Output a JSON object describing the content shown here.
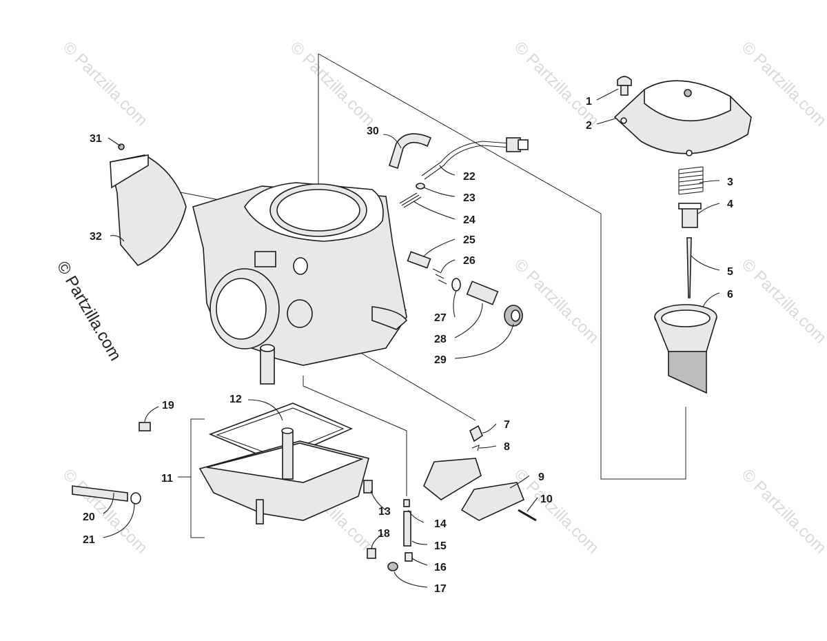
{
  "watermark": "© Partzilla.com",
  "copyright": "© Partzilla.com",
  "callouts": [
    {
      "id": "1",
      "label": "1"
    },
    {
      "id": "2",
      "label": "2"
    },
    {
      "id": "3",
      "label": "3"
    },
    {
      "id": "4",
      "label": "4"
    },
    {
      "id": "5",
      "label": "5"
    },
    {
      "id": "6",
      "label": "6"
    },
    {
      "id": "7",
      "label": "7"
    },
    {
      "id": "8",
      "label": "8"
    },
    {
      "id": "9",
      "label": "9"
    },
    {
      "id": "10",
      "label": "10"
    },
    {
      "id": "11",
      "label": "11"
    },
    {
      "id": "12",
      "label": "12"
    },
    {
      "id": "13",
      "label": "13"
    },
    {
      "id": "14",
      "label": "14"
    },
    {
      "id": "15",
      "label": "15"
    },
    {
      "id": "16",
      "label": "16"
    },
    {
      "id": "17",
      "label": "17"
    },
    {
      "id": "18",
      "label": "18"
    },
    {
      "id": "19",
      "label": "19"
    },
    {
      "id": "20",
      "label": "20"
    },
    {
      "id": "21",
      "label": "21"
    },
    {
      "id": "22",
      "label": "22"
    },
    {
      "id": "23",
      "label": "23"
    },
    {
      "id": "24",
      "label": "24"
    },
    {
      "id": "25",
      "label": "25"
    },
    {
      "id": "26",
      "label": "26"
    },
    {
      "id": "27",
      "label": "27"
    },
    {
      "id": "28",
      "label": "28"
    },
    {
      "id": "29",
      "label": "29"
    },
    {
      "id": "30",
      "label": "30"
    },
    {
      "id": "31",
      "label": "31"
    },
    {
      "id": "32",
      "label": "32"
    }
  ]
}
